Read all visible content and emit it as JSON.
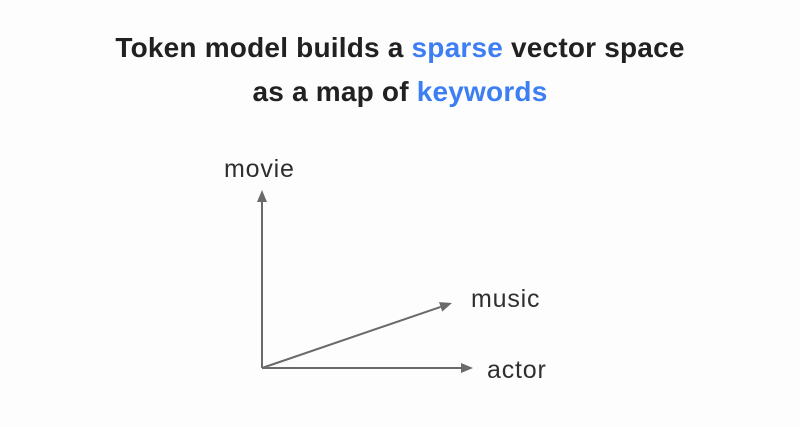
{
  "title": {
    "line1_pre": "Token model builds a ",
    "line1_highlight": "sparse",
    "line1_post": " vector space",
    "line2_pre": "as a map of ",
    "line2_highlight": "keywords"
  },
  "diagram": {
    "y_axis_label": "movie",
    "vector_label": "music",
    "x_axis_label": "actor"
  },
  "colors": {
    "highlight": "#3d7ef2",
    "title_text": "#212121",
    "label_text": "#2f2f2f",
    "arrow": "#6a6a6a",
    "background": "#fdfdfd"
  }
}
